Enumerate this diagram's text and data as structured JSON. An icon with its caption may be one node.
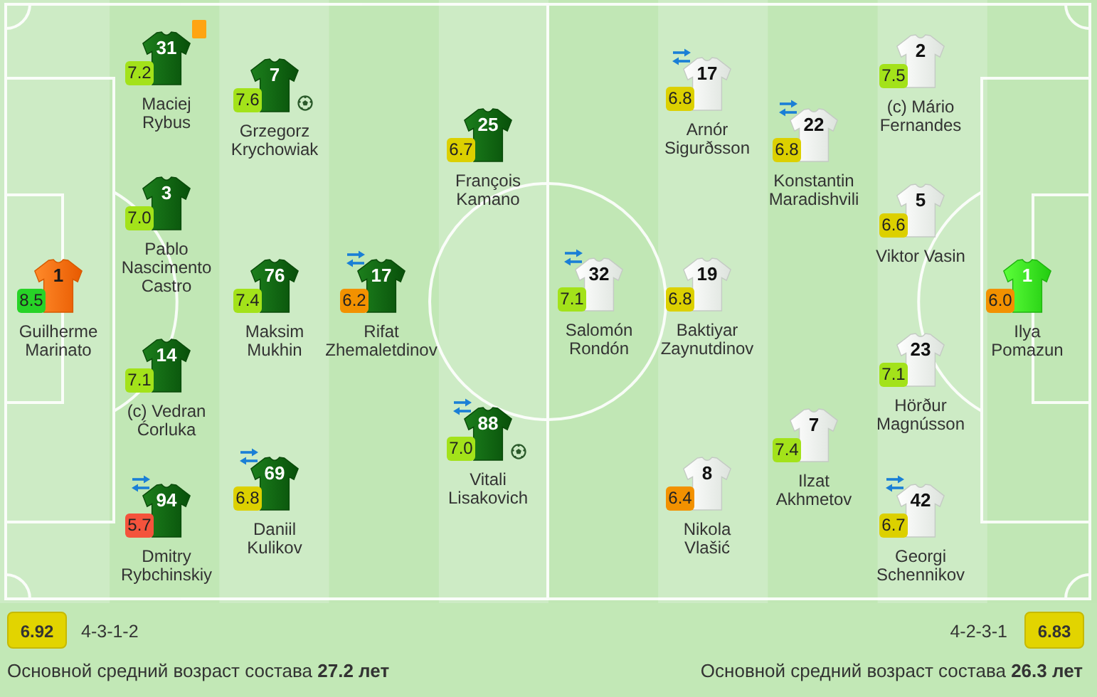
{
  "diagram": {
    "nodes": [
      {
        "text": [
          "1",
          "8.5",
          "Guilherme Marinato"
        ]
      },
      {
        "text": [
          "31",
          "7.2",
          "Maciej Rybus"
        ]
      },
      {
        "text": [
          "3",
          "7.0",
          "Pablo Nascimento Castro"
        ]
      },
      {
        "text": [
          "14",
          "7.1",
          "(c) Vedran Ćorluka"
        ]
      },
      {
        "text": [
          "94",
          "5.7",
          "Dmitry Rybchinskiy"
        ]
      },
      {
        "text": [
          "7",
          "7.6",
          "Grzegorz Krychowiak"
        ]
      },
      {
        "text": [
          "76",
          "7.4",
          "Maksim Mukhin"
        ]
      },
      {
        "text": [
          "69",
          "6.8",
          "Daniil Kulikov"
        ]
      },
      {
        "text": [
          "17",
          "6.2",
          "Rifat Zhemaletdinov"
        ]
      },
      {
        "text": [
          "25",
          "6.7",
          "François Kamano"
        ]
      },
      {
        "text": [
          "88",
          "7.0",
          "Vitali Lisakovich"
        ]
      },
      {
        "text": [
          "32",
          "7.1",
          "Salomón Rondón"
        ]
      },
      {
        "text": [
          "17",
          "6.8",
          "Arnór Sigurðsson"
        ]
      },
      {
        "text": [
          "19",
          "6.8",
          "Baktiyar Zaynutdinov"
        ]
      },
      {
        "text": [
          "8",
          "6.4",
          "Nikola Vlašić"
        ]
      },
      {
        "text": [
          "22",
          "6.8",
          "Konstantin Maradishvili"
        ]
      },
      {
        "text": [
          "7",
          "7.4",
          "Ilzat Akhmetov"
        ]
      },
      {
        "text": [
          "2",
          "7.5",
          "(c) Mário Fernandes"
        ]
      },
      {
        "text": [
          "5",
          "6.6",
          "Viktor Vasin"
        ]
      },
      {
        "text": [
          "23",
          "7.1",
          "Hörður Magnússon"
        ]
      },
      {
        "text": [
          "42",
          "6.7",
          "Georgi Schennikov"
        ]
      },
      {
        "text": [
          "1",
          "6.0",
          "Ilya Pomazun"
        ]
      },
      {
        "text": [
          "6.92"
        ]
      },
      {
        "text": [
          "6.83"
        ]
      }
    ],
    "labels": [
      "4-3-1-2",
      "4-2-3-1",
      "Основной средний возраст состава **27.2 лет**",
      "Основной средний возраст состава **26.3 лет**"
    ]
  }
}
